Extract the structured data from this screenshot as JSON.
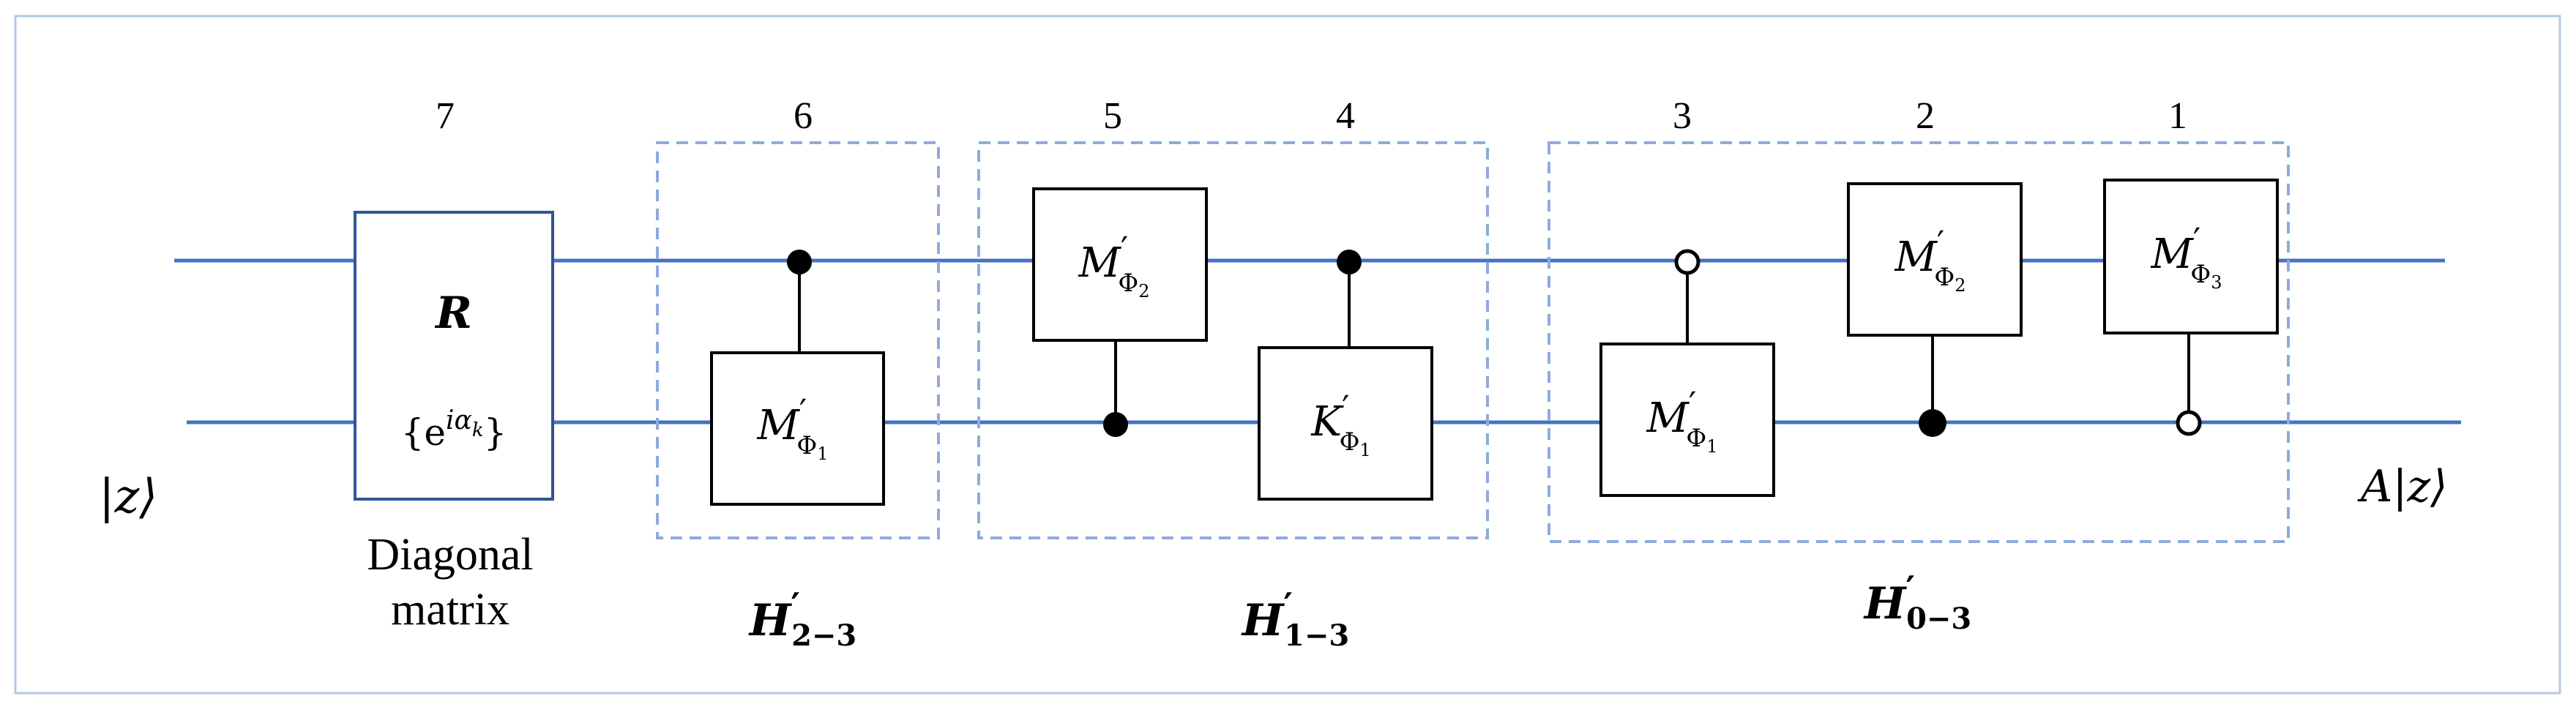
{
  "colors": {
    "wire": "#4472c4",
    "group_border": "#8faadc",
    "frame": "#b4c7e7",
    "ink": "#000000"
  },
  "input_state": "|z⟩",
  "output_state": "A|z⟩",
  "steps": [
    "7",
    "6",
    "5",
    "4",
    "3",
    "2",
    "1"
  ],
  "diagonal": {
    "symbol": "R",
    "entry": "{e",
    "entry_exp": "iα",
    "entry_exp_sub": "k",
    "entry_close": "}",
    "caption_line1": "Diagonal",
    "caption_line2": "matrix"
  },
  "gates": {
    "m": "M",
    "k": "K",
    "prime": "′",
    "phi": "Φ",
    "sub1": "1",
    "sub2": "2",
    "sub3": "3"
  },
  "groups": {
    "h_symbol": "H",
    "prime": "′",
    "g1_sub": "2−3",
    "g2_sub": "1−3",
    "g3_sub": "0−3"
  }
}
